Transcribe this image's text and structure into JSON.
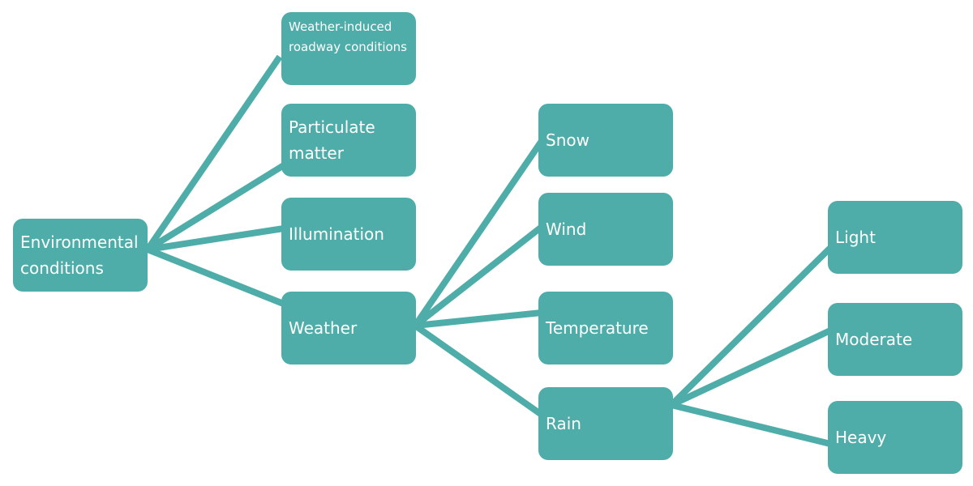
{
  "diagram": {
    "color": "#4FADA9",
    "nodes": [
      {
        "id": "env",
        "label": "Environmental conditions"
      },
      {
        "id": "wird",
        "label": "Weather-induced roadway conditions"
      },
      {
        "id": "pm",
        "label": "Particulate matter"
      },
      {
        "id": "illum",
        "label": "Illumination"
      },
      {
        "id": "weather",
        "label": "Weather"
      },
      {
        "id": "snow",
        "label": "Snow"
      },
      {
        "id": "wind",
        "label": "Wind"
      },
      {
        "id": "temp",
        "label": "Temperature"
      },
      {
        "id": "rain",
        "label": "Rain"
      },
      {
        "id": "light",
        "label": "Light"
      },
      {
        "id": "moderate",
        "label": "Moderate"
      },
      {
        "id": "heavy",
        "label": "Heavy"
      }
    ],
    "edges": [
      [
        "env",
        "wird"
      ],
      [
        "env",
        "pm"
      ],
      [
        "env",
        "illum"
      ],
      [
        "env",
        "weather"
      ],
      [
        "weather",
        "snow"
      ],
      [
        "weather",
        "wind"
      ],
      [
        "weather",
        "temp"
      ],
      [
        "weather",
        "rain"
      ],
      [
        "rain",
        "light"
      ],
      [
        "rain",
        "moderate"
      ],
      [
        "rain",
        "heavy"
      ]
    ]
  }
}
